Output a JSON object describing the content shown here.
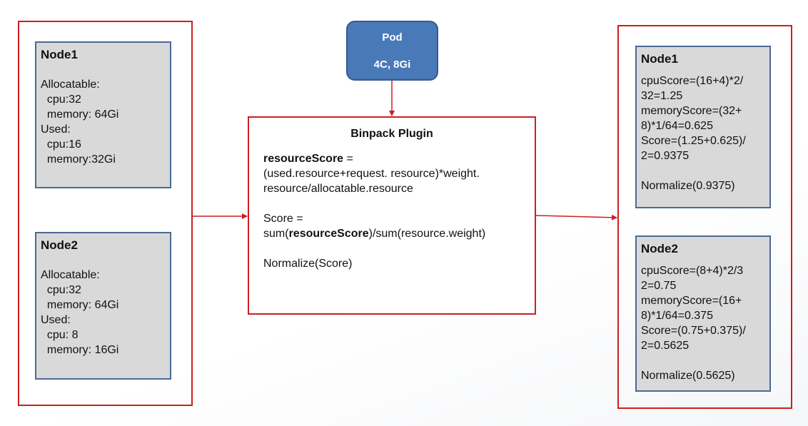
{
  "pod": {
    "title": "Pod",
    "resources": "4C, 8Gi"
  },
  "left_nodes": [
    {
      "title": "Node1",
      "lines": [
        "Allocatable:",
        "  cpu:32",
        "  memory: 64Gi",
        "Used:",
        "  cpu:16",
        "  memory:32Gi"
      ]
    },
    {
      "title": "Node2",
      "lines": [
        "Allocatable:",
        "  cpu:32",
        "  memory: 64Gi",
        "Used:",
        "  cpu: 8",
        "  memory: 16Gi"
      ]
    }
  ],
  "plugin": {
    "title": "Binpack Plugin",
    "formula1_term": "resourceScore",
    "formula1_eq": " =",
    "formula1_line2": "(used.resource+request. resource)*weight.",
    "formula1_line3": "resource/allocatable.resource",
    "formula2_line1": "Score =",
    "formula2_prefix": "sum(",
    "formula2_term": "resourceScore",
    "formula2_suffix": ")/sum(resource.weight)",
    "formula3": "Normalize(Score)"
  },
  "right_nodes": [
    {
      "title": "Node1",
      "lines": [
        "cpuScore=(16+4)*2/",
        "32=1.25",
        "memoryScore=(32+",
        "8)*1/64=0.625",
        "Score=(1.25+0.625)/",
        "2=0.9375"
      ],
      "normalize": "Normalize(0.9375)"
    },
    {
      "title": "Node2",
      "lines": [
        "cpuScore=(8+4)*2/3",
        "2=0.75",
        "memoryScore=(16+",
        "8)*1/64=0.375",
        "Score=(0.75+0.375)/",
        "2=0.5625"
      ],
      "normalize": "Normalize(0.5625)"
    }
  ],
  "colors": {
    "frame_red": "#cc1f1f",
    "node_fill": "#d9d9d9",
    "node_border": "#4a6a94",
    "pod_fill": "#4a79b8"
  }
}
